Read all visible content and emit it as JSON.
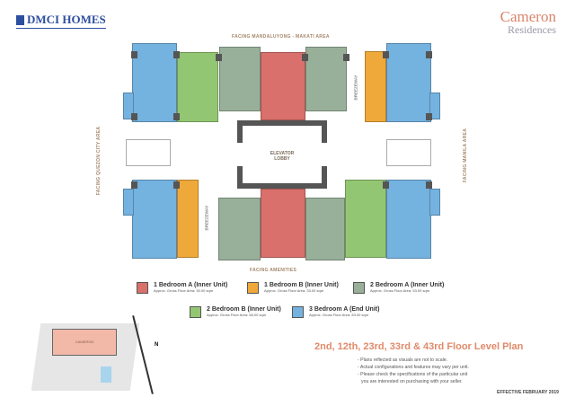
{
  "brand": {
    "developer": "DMCI HOMES",
    "project_line1": "Cameron",
    "project_line2": "Residences"
  },
  "orientation": {
    "top": "FACING MANDALUYONG - MAKATI AREA",
    "bottom": "FACING AMENITIES",
    "left": "FACING QUEZON CITY AREA",
    "right": "FACING MANILA AREA"
  },
  "plan_labels": {
    "elevator_lobby_1": "ELEVATOR",
    "elevator_lobby_2": "LOBBY",
    "breezeway": "BREEZEWAY"
  },
  "legend": [
    {
      "name": "1 Bedroom A (Inner Unit)",
      "area": "Approx. Gross Floor Area: 30.00 sqm",
      "color": "#d9706b"
    },
    {
      "name": "1 Bedroom B (Inner Unit)",
      "area": "Approx. Gross Floor Area: 33.00 sqm",
      "color": "#efa93a"
    },
    {
      "name": "2 Bedroom A (Inner Unit)",
      "area": "Approx. Gross Floor Area: 53.00 sqm",
      "color": "#98b09a"
    },
    {
      "name": "2 Bedroom B (Inner Unit)",
      "area": "Approx. Gross Floor Area: 66.00 sqm",
      "color": "#93c672"
    },
    {
      "name": "3 Bedroom A (End Unit)",
      "area": "Approx. Gross Floor Area: 83.00 sqm",
      "color": "#74b2e0"
    }
  ],
  "site": {
    "building_label": "CAMERON",
    "north": "N"
  },
  "plan_title": "2nd, 12th, 23rd, 33rd & 43rd Floor Level Plan",
  "notes": [
    "- Plans reflected as visuals are not to scale.",
    "- Actual configurations and features may vary per unit.",
    "- Please check the specifications of the particular unit",
    "  you are interested on purchasing with your seller."
  ],
  "effective": "EFFECTIVE FEBRUARY 2019"
}
